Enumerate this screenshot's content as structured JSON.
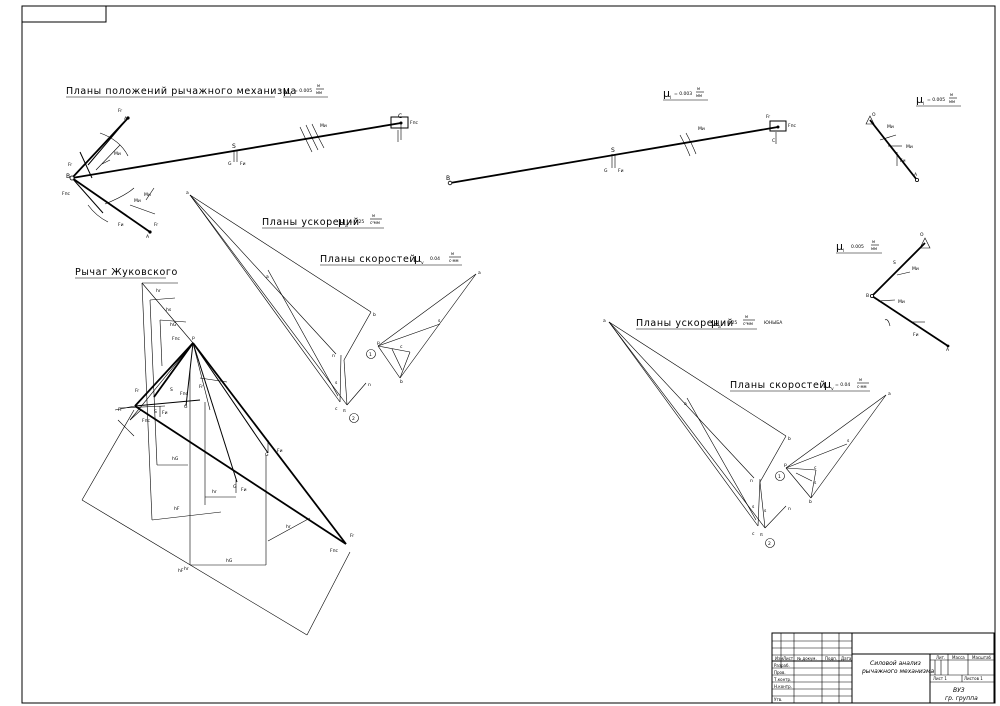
{
  "colors": {
    "ink": "#000000",
    "paper": "#ffffff"
  },
  "headings": {
    "positions_left": "Планы положений рычажного механизма",
    "accel_left": "Планы ускорений",
    "vel_left": "Планы скоростей",
    "lever": "Рычаг Жуковского",
    "accel_right": "Планы ускорений",
    "vel_right": "Планы скоростей",
    "accel_right_note": "ЮНЫБА"
  },
  "scales": {
    "mu_symbol": "μ",
    "sub_l": "l",
    "sub_a": "a",
    "sub_v": "v",
    "s_pos_left": "= 0.005",
    "s_pos_right_top": "= 0.003",
    "s_pos_small1": "= 0.005",
    "s_pos_small2": "0.005",
    "s_accel": "= 0.25",
    "s_vel": "0.04",
    "s_accel_right": "= 0.25",
    "s_vel_right": "= 0.04",
    "unit_m_num": "м",
    "unit_m_den": "мм",
    "unit_a_num": "м",
    "unit_a_den": "с²мм",
    "unit_v_num": "м",
    "unit_v_den": "с·мм"
  },
  "title_block": {
    "doc_title_line1": "Силовой анализ",
    "doc_title_line2": "рычажного механизма",
    "org_line1": "ВУЗ",
    "org_line2": "гр. группа",
    "col_lit": "Лит.",
    "col_mass": "Масса",
    "col_scale": "Масштаб",
    "sheet": "Лист 1",
    "sheets": "Листов 1",
    "row_labels": [
      "Изм.",
      "Разраб.",
      "Пров.",
      "Т.контр.",
      "Н.контр.",
      "Утв."
    ],
    "header_labels": [
      "Лист",
      "№ докум.",
      "Подп.",
      "Дата"
    ]
  },
  "labels": {
    "B": "B",
    "A": "A",
    "O": "O",
    "S": "S",
    "C": "C",
    "P": "P",
    "pi": "π",
    "p": "p",
    "a": "a",
    "b": "b",
    "c": "c",
    "s": "s",
    "n": "n",
    "k": "k",
    "circle_one": "1",
    "circle_two": "2",
    "hra": "hr",
    "hsa": "hs",
    "hG2": "hG",
    "hG1": "hG",
    "hru": "hr",
    "hFP": "hF",
    "hr": "hr",
    "Fpc": "Fпс",
    "Fu": "Fи",
    "Mu": "Mи",
    "G": "G",
    "Fr": "Fr"
  }
}
